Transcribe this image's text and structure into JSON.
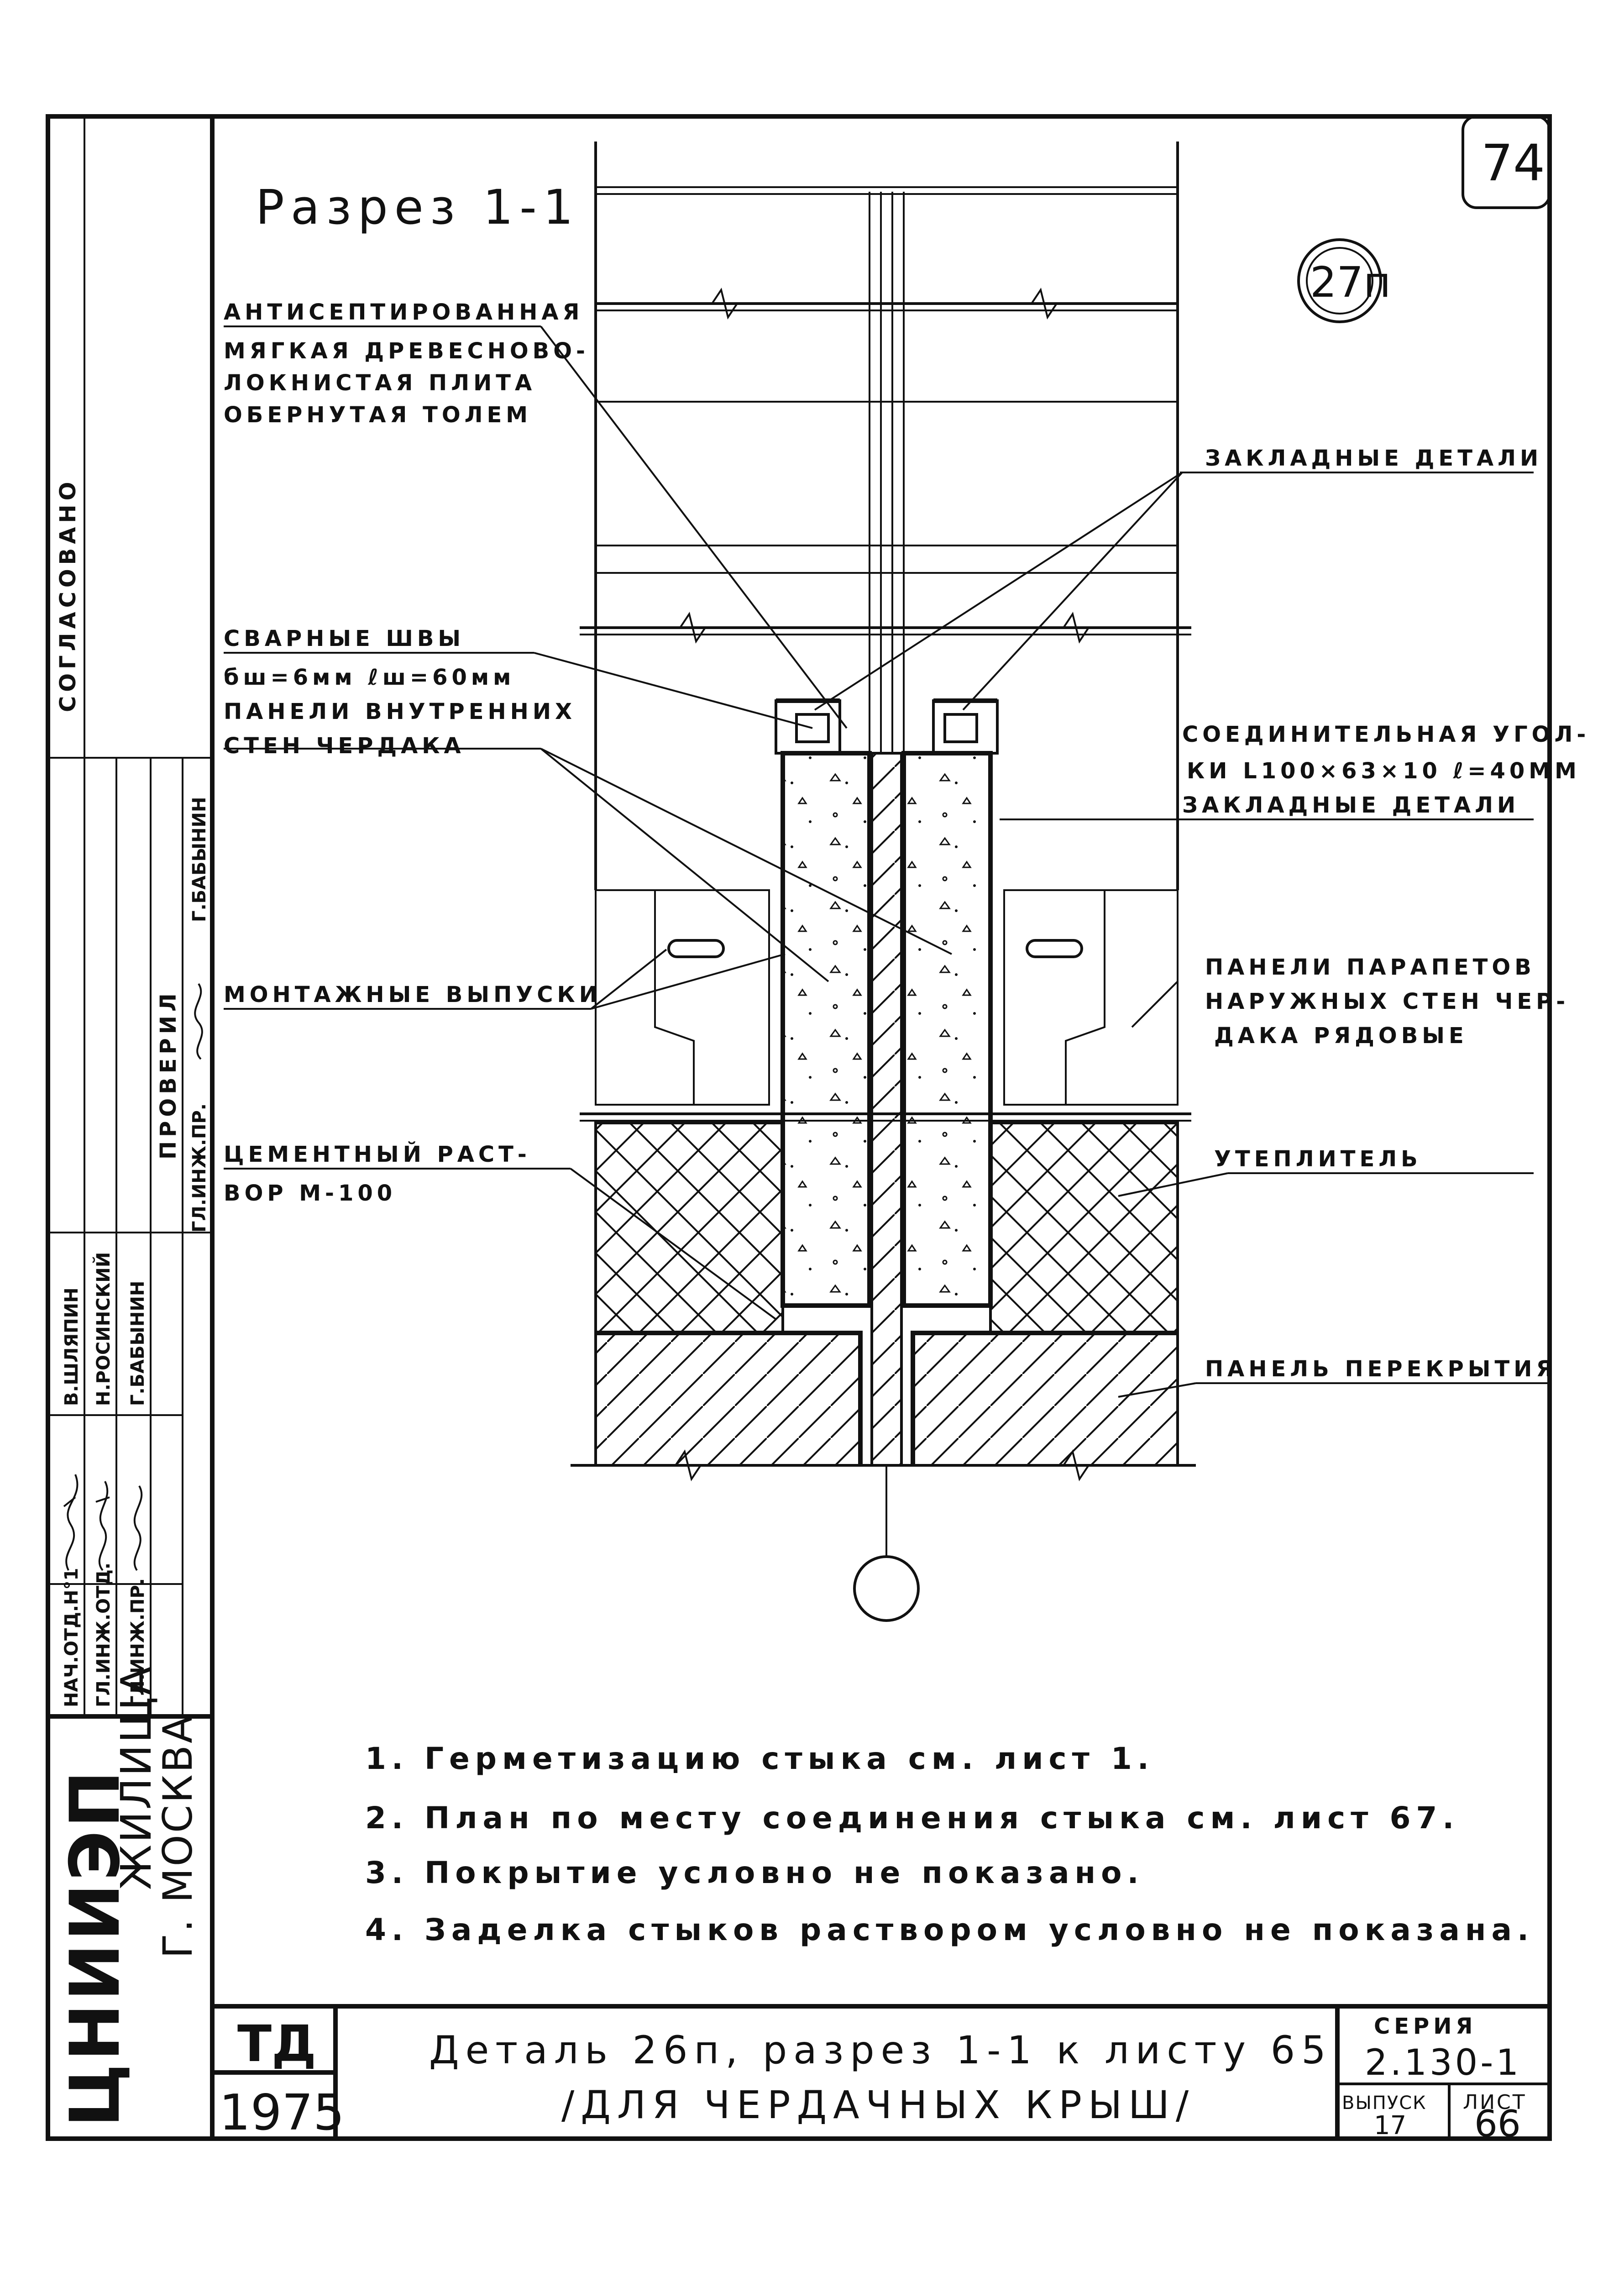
{
  "sheet": {
    "corner_number": "74",
    "detail_badge": "27п",
    "section_title": "Разрез 1-1"
  },
  "callouts": {
    "antiseptic_1": "АНТИСЕПТИРОВАННАЯ",
    "antiseptic_2": "МЯГКАЯ ДРЕВЕСНОВО-",
    "antiseptic_3": "ЛОКНИСТАЯ ПЛИТА",
    "antiseptic_4": "ОБЕРНУТАЯ ТОЛЕМ",
    "embedded_top": "ЗАКЛАДНЫЕ ДЕТАЛИ",
    "welds_1": "СВАРНЫЕ ШВЫ",
    "welds_2": "бш=6мм ℓш=60мм",
    "inner_1": "ПАНЕЛИ ВНУТРЕННИХ",
    "inner_2": "СТЕН ЧЕРДАКА",
    "angle_1": "СОЕДИНИТЕЛЬНАЯ УГОЛ-",
    "angle_2": "КИ L100×63×10 ℓ=40ММ",
    "angle_3": "ЗАКЛАДНЫЕ ДЕТАЛИ",
    "mounting": "МОНТАЖНЫЕ ВЫПУСКИ",
    "parapet_1": "ПАНЕЛИ ПАРАПЕТОВ",
    "parapet_2": "НАРУЖНЫХ СТЕН ЧЕР-",
    "parapet_3": "ДАКА РЯДОВЫЕ",
    "mortar_1": "ЦЕМЕНТНЫЙ РАСТ-",
    "mortar_2": "ВОР М-100",
    "insulation": "УТЕПЛИТЕЛЬ",
    "floor_panel": "ПАНЕЛЬ ПЕРЕКРЫТИЯ"
  },
  "notes": [
    "1. Герметизацию стыка см. лист 1.",
    "2. План по месту соединения стыка см. лист 67.",
    "3. Покрытие условно не показано.",
    "4. Заделка стыков раствором условно не показана."
  ],
  "left_strip": {
    "agreed": "СОГЛАСОВАНО",
    "checked": "ПРОВЕРИЛ",
    "checked_role": "ГЛ.ИНЖ.ПР.",
    "checked_name": "Г.БАБЫНИН",
    "roles": [
      "НАЧ.ОТД.Н°1",
      "ГЛ.ИНЖ.ОТД.",
      "ГЛ.ИНЖ.ПР."
    ],
    "names": [
      "В.ШЛЯПИН",
      "Н.РОСИНСКИЙ",
      "Г.БАБЫНИН"
    ],
    "org_main": "ЦНИИЭП",
    "org_sub": "ЖИЛИЩА",
    "city": "Г. МОСКВА"
  },
  "title_block": {
    "td": "ТД",
    "year": "1975",
    "caption_1": "Деталь 26п, разрез 1-1 к листу 65",
    "caption_2": "/ДЛЯ ЧЕРДАЧНЫХ КРЫШ/",
    "series_label": "СЕРИЯ",
    "series_value": "2.130-1",
    "issue_label": "ВЫПУСК",
    "issue_value": "17",
    "sheet_label": "ЛИСТ",
    "sheet_value": "66"
  }
}
